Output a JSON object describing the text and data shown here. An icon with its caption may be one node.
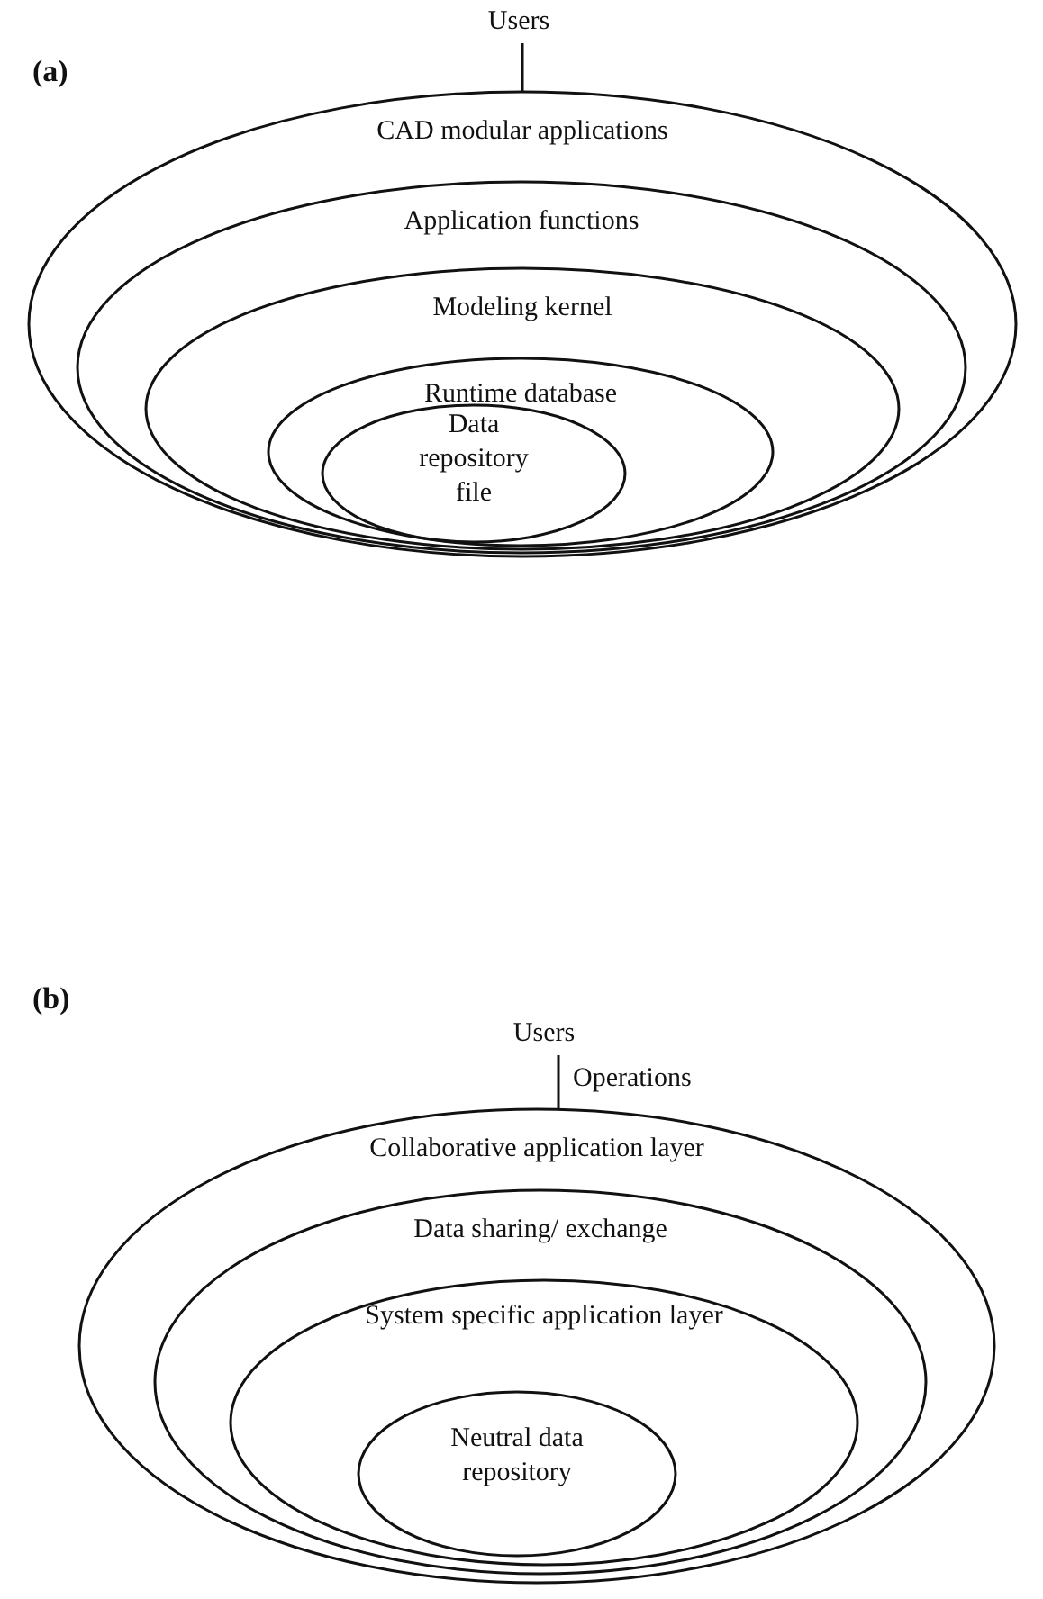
{
  "diagram": {
    "nodes": [
      {
        "text": [
          "Users"
        ]
      },
      {
        "text": [
          "CAD modular applications"
        ]
      },
      {
        "text": [
          "Application functions"
        ],
        "in": 1
      },
      {
        "text": [
          "Modeling kernel"
        ],
        "in": 2
      },
      {
        "text": [
          "Runtime database"
        ],
        "in": 3
      },
      {
        "text": [
          "Data repository file"
        ],
        "in": 4
      },
      {
        "text": [
          "Users"
        ]
      },
      {
        "text": [
          "Collaborative application layer"
        ]
      },
      {
        "text": [
          "Data sharing/ exchange"
        ],
        "in": 7
      },
      {
        "text": [
          "System specific application layer"
        ],
        "in": 8
      },
      {
        "text": [
          "Neutral data repository"
        ],
        "in": 9
      }
    ],
    "edges": [
      {
        "from": 0,
        "to": 1,
        "arrow": "none"
      },
      {
        "from": 6,
        "to": 7,
        "arrow": "none",
        "label": "Operations"
      }
    ],
    "labels": [
      "(a)",
      "(b)"
    ]
  }
}
